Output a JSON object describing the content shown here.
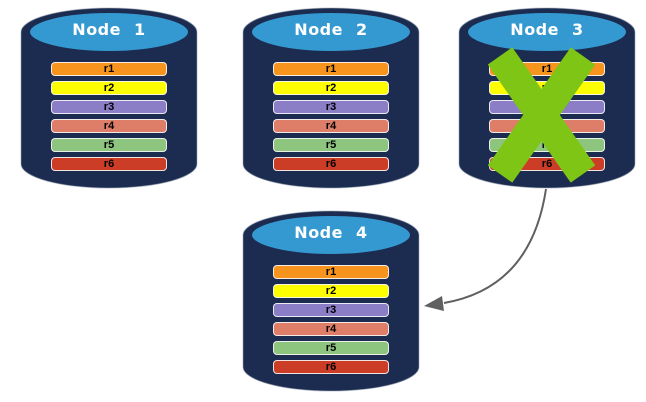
{
  "diagram": {
    "type": "database-replication-failover",
    "nodes": [
      {
        "id": "node1",
        "label": "Node 1",
        "failed": false,
        "records": [
          "r1",
          "r2",
          "r3",
          "r4",
          "r5",
          "r6"
        ]
      },
      {
        "id": "node2",
        "label": "Node 2",
        "failed": false,
        "records": [
          "r1",
          "r2",
          "r3",
          "r4",
          "r5",
          "r6"
        ]
      },
      {
        "id": "node3",
        "label": "Node 3",
        "failed": true,
        "records": [
          "r1",
          "r2",
          "r3",
          "r4",
          "r5",
          "r6"
        ]
      },
      {
        "id": "node4",
        "label": "Node 4",
        "failed": false,
        "records": [
          "r1",
          "r2",
          "r3",
          "r4",
          "r5",
          "r6"
        ]
      }
    ],
    "record_colors": {
      "r1": "#F7941E",
      "r2": "#FEFE00",
      "r3": "#8B7DC6",
      "r4": "#DE7E68",
      "r5": "#8DC57E",
      "r6": "#CB3D27"
    },
    "colors": {
      "cylinder_body": "#1C2C50",
      "cylinder_top": "#3599D1",
      "cylinder_outline": "#96A0B0",
      "failure_x": "#7FC515",
      "arrow": "#606060",
      "node_label": "#FFFFFF",
      "record_label": "#000000"
    },
    "annotations": {
      "failure_x_on": "Node 3",
      "arrow": {
        "from": "Node 3",
        "to": "Node 4"
      }
    }
  }
}
